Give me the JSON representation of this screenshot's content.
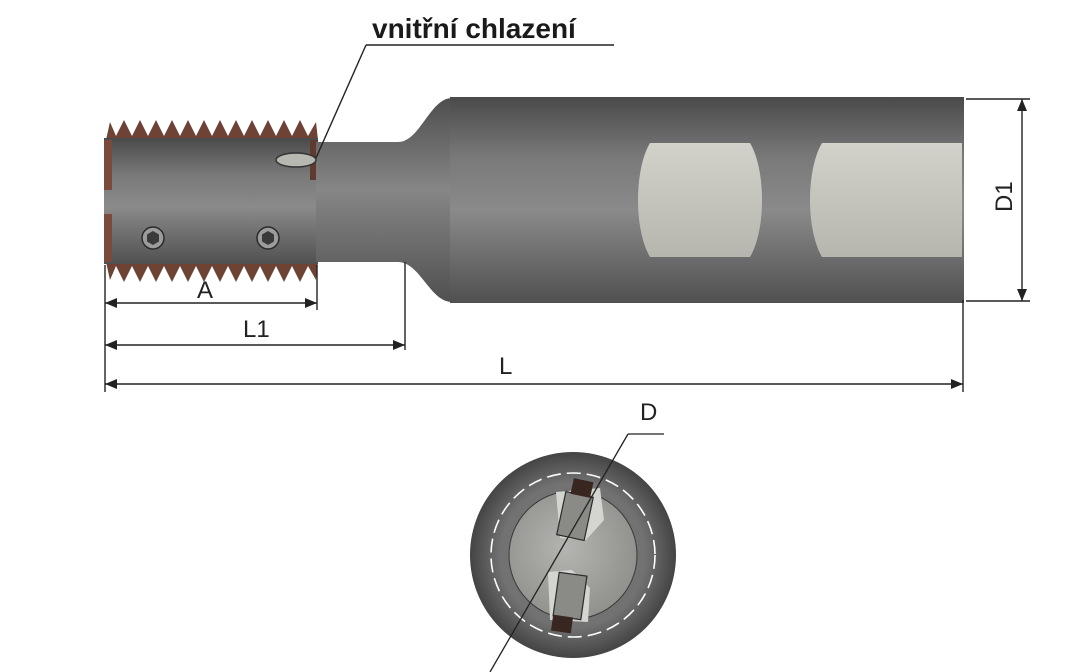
{
  "labels": {
    "cooling": "vnitřní chlazení",
    "A": "A",
    "L1": "L1",
    "L": "L",
    "D1": "D1",
    "D": "D"
  },
  "colors": {
    "body_steel": "#6e6e6e",
    "flat_face": "#c4c4bc",
    "insert_copper": "#7a4a3c",
    "dimension_line": "#222222",
    "background": "#ffffff"
  }
}
